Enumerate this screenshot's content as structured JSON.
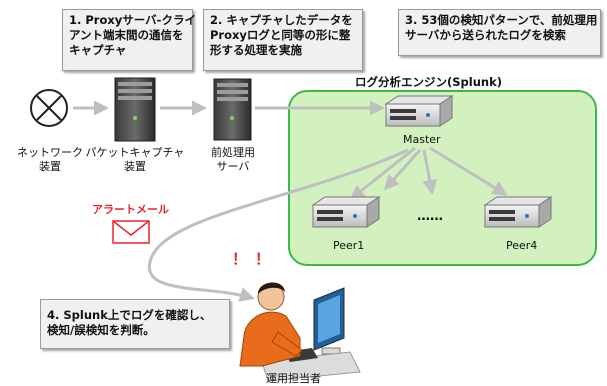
{
  "callouts": {
    "c1": [
      "1. Proxyサーバ-クライ",
      "アント端末間の通信を",
      "キャプチャ"
    ],
    "c2": [
      "2. キャプチャしたデータを",
      "Proxyログと同等の形に整",
      "形する処理を実施"
    ],
    "c3": [
      "3. 53個の検知パターンで、前処理用",
      "サーバから送られたログを検索"
    ],
    "c4": [
      "4. Splunk上でログを確認し、",
      "検知/誤検知を判断。"
    ]
  },
  "engine_title": "ログ分析エンジン(Splunk)",
  "nodes": {
    "network_device": [
      "ネットワーク",
      "装置"
    ],
    "packet_capture": [
      "パケットキャプチャ",
      "装置"
    ],
    "preprocess_server": [
      "前処理用",
      "サーバ"
    ],
    "master": "Master",
    "peer1": "Peer1",
    "peer4": "Peer4",
    "ellipsis": "……",
    "operator": "運用担当者"
  },
  "alert_mail": "アラートメール",
  "exclaim": "！！",
  "colors": {
    "engine_fill": "#d2f1bf",
    "engine_border": "#3cb84a",
    "arrow": "#bfbfbf",
    "alert": "#e5262b",
    "callout_bg": "#f0f0f0"
  }
}
